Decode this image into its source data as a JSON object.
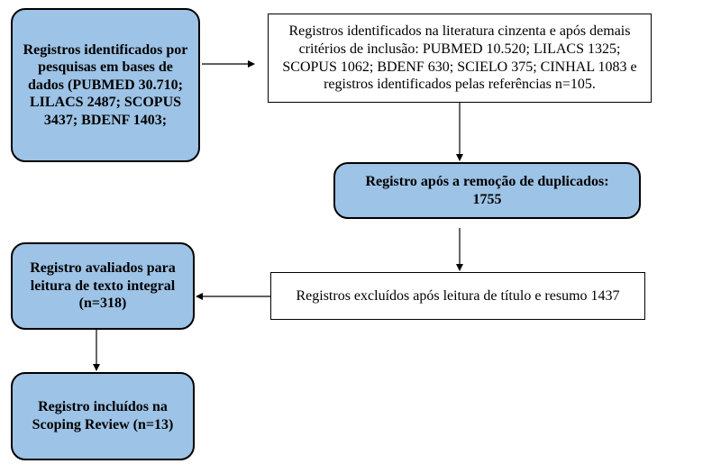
{
  "flowchart": {
    "box_databases": {
      "text": "Registros identificados por pesquisas em bases de dados (PUBMED 30.710; LILACS 2487; SCOPUS 3437; BDENF 1403;"
    },
    "box_grey_literature": {
      "text": "Registros identificados na literatura cinzenta e após demais critérios de inclusão: PUBMED 10.520; LILACS 1325; SCOPUS 1062; BDENF 630; SCIELO 375; CINHAL 1083 e registros identificados pelas referências n=105."
    },
    "box_after_duplicates": {
      "text": "Registro após a remoção de duplicados: 1755"
    },
    "box_excluded": {
      "text": "Registros excluídos após leitura de título e resumo 1437"
    },
    "box_full_text": {
      "text": "Registro avaliados para leitura de texto integral (n=318)"
    },
    "box_included": {
      "text": "Registro incluídos na Scoping Review (n=13)"
    }
  },
  "colors": {
    "box_fill": "#9dc3e6",
    "border": "#000000",
    "arrow": "#000000"
  }
}
